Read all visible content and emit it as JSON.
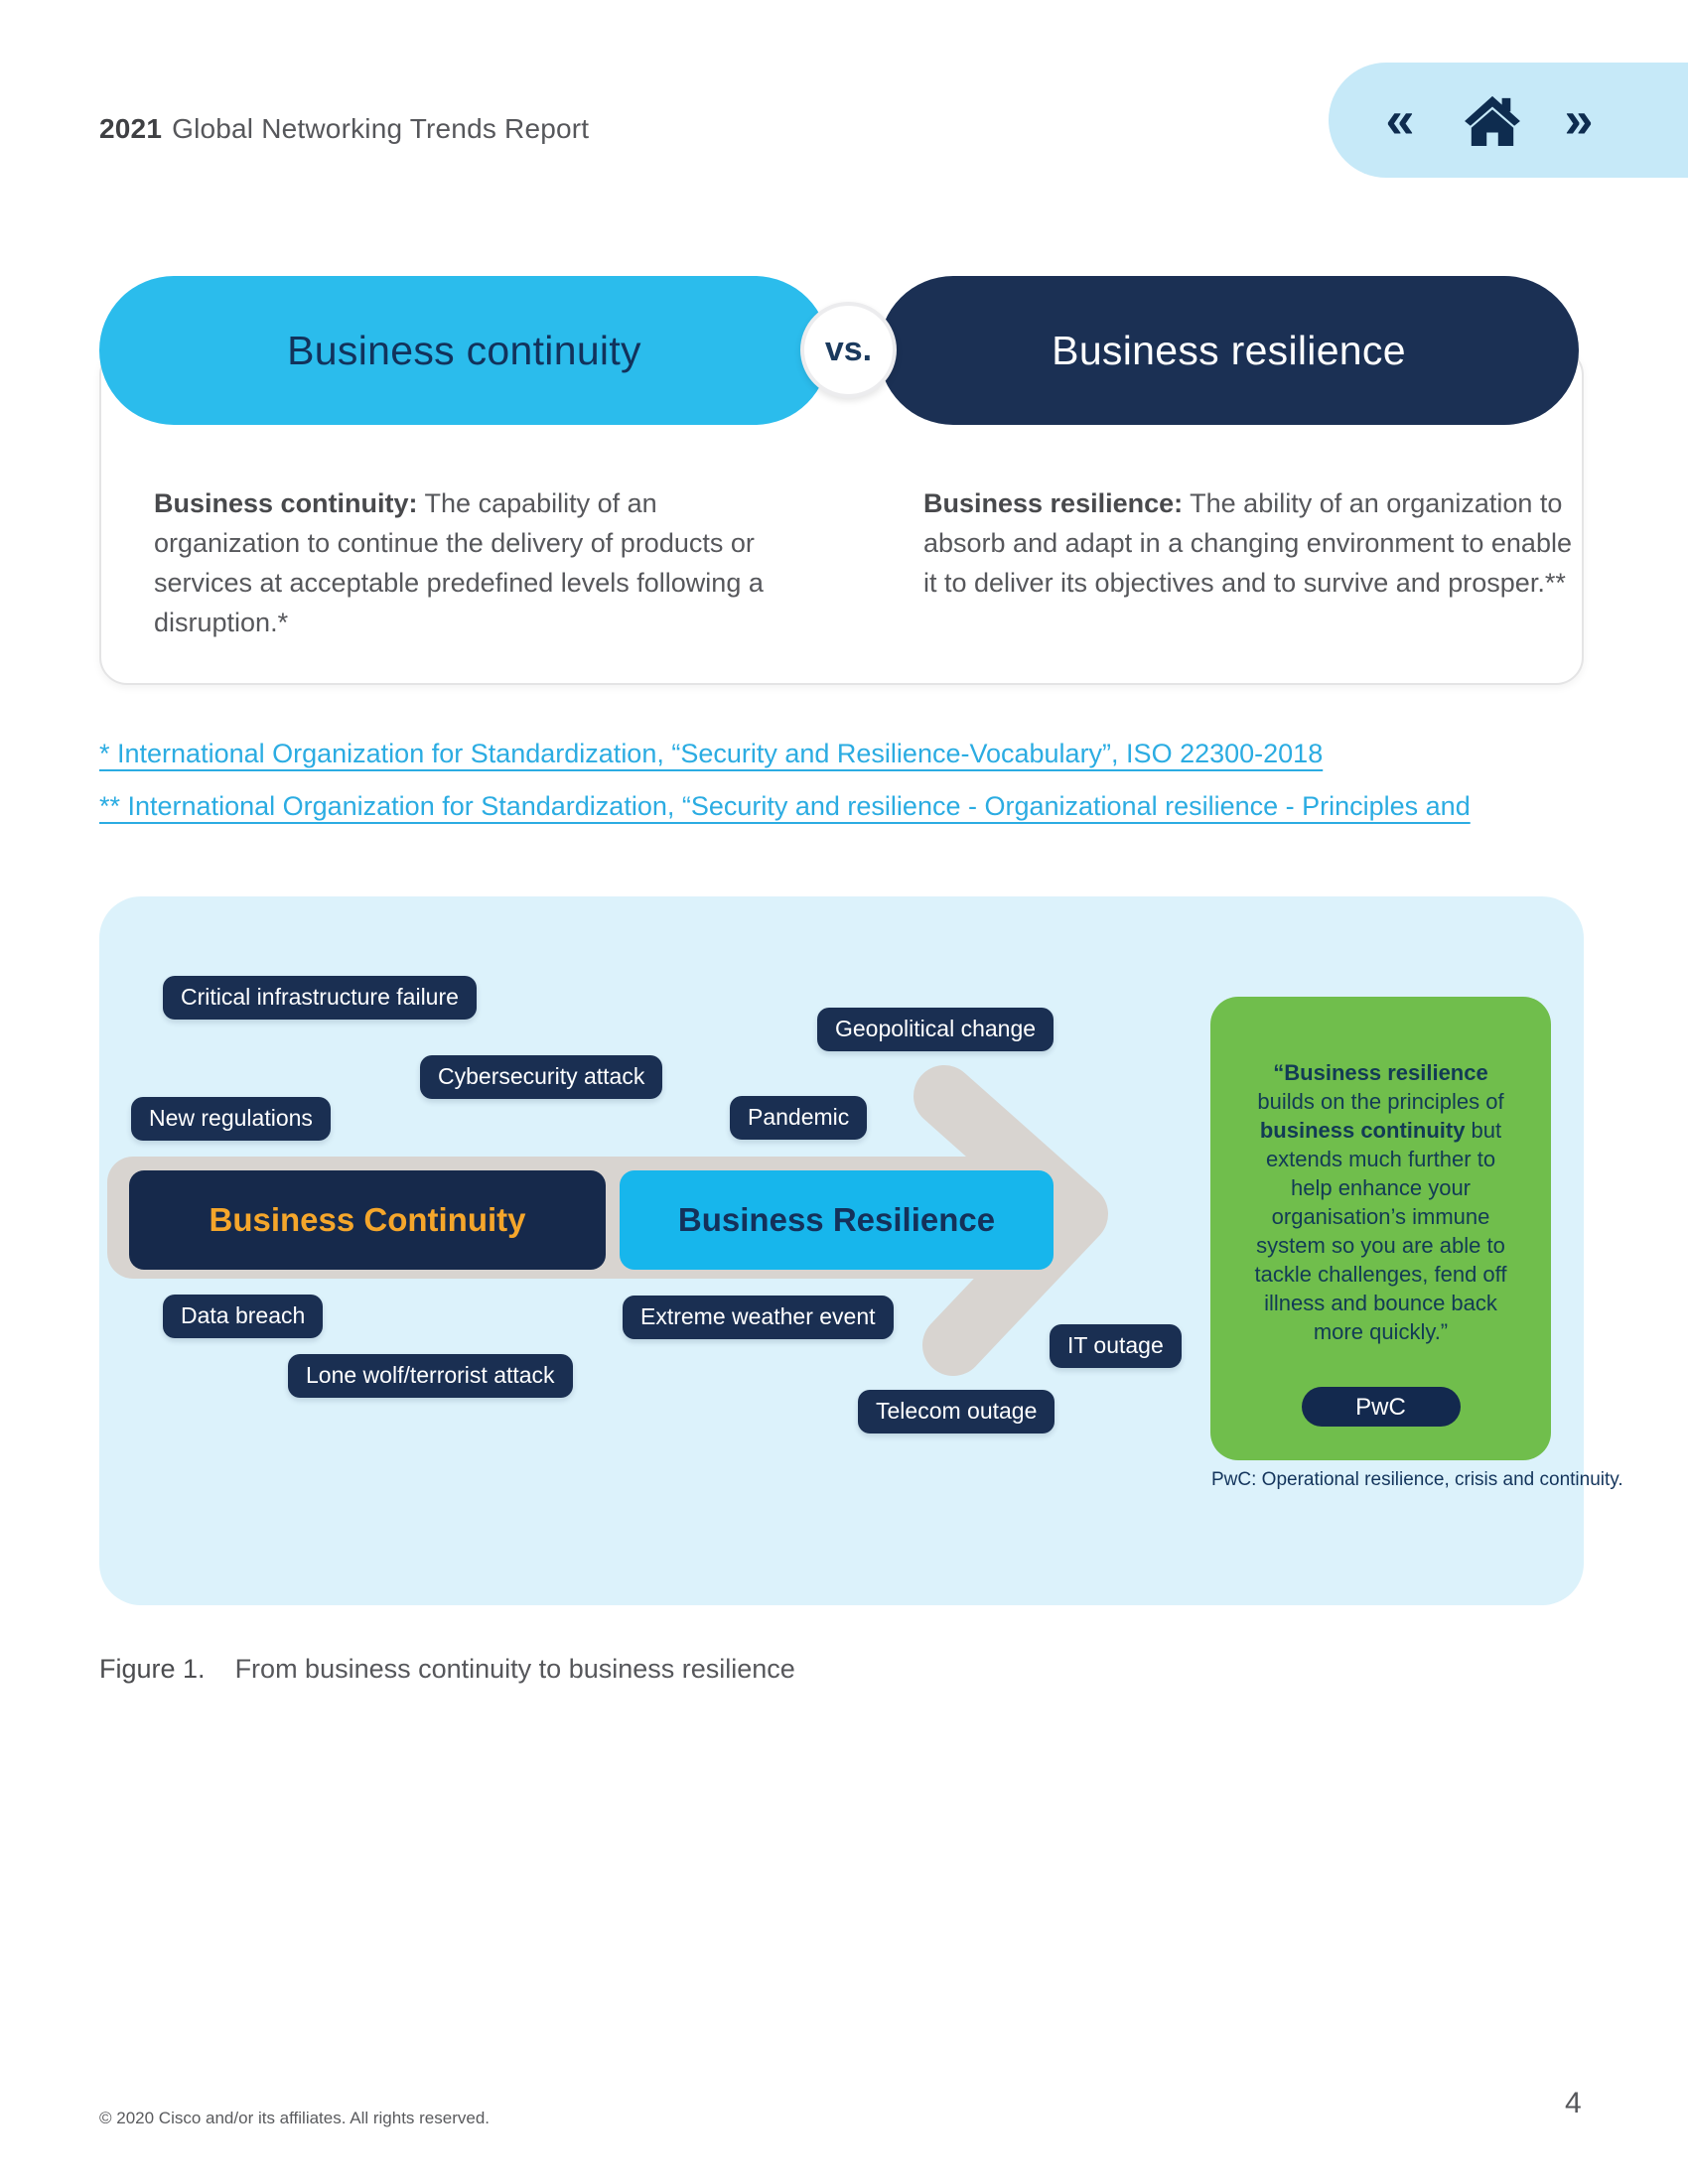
{
  "header": {
    "title_year": "2021",
    "title_rest": "Global Networking Trends Report",
    "nav": {
      "back_glyph": "«",
      "forward_glyph": "»"
    }
  },
  "compare": {
    "left_pill": "Business continuity",
    "vs_label": "vs.",
    "right_pill": "Business resilience",
    "left_def_lead": "Business continuity:",
    "left_def_body": " The capability of an organization to continue the delivery of products or services at acceptable predefined levels following a disruption.*",
    "right_def_lead": "Business resilience:",
    "right_def_body": " The ability of an organization to absorb and adapt in a changing environment to enable it to deliver its objectives and to survive and prosper.**"
  },
  "footnotes": {
    "first": "* International Organization for Standardization, “Security and Resilience-Vocabulary”, ISO 22300-2018",
    "second": "** International Organization for Standardization, “Security and resilience - Organizational resilience - Principles and"
  },
  "figure": {
    "risk_labels": [
      "Critical infrastructure failure",
      "Geopolitical change",
      "Cybersecurity attack",
      "Pandemic",
      "New regulations",
      "Data breach",
      "Extreme weather event",
      "IT outage",
      "Lone wolf/terrorist attack",
      "Telecom outage"
    ],
    "continuity_label": "Business Continuity",
    "resilience_label": "Business Resilience",
    "quote": {
      "open_bold": "“Business resilience",
      "mid": " builds on the principles of ",
      "bold2": "business continuity",
      "rest": " but extends much further to help enhance your organisation’s immune system so you are able to tackle challenges, fend off illness and bounce back more quickly.”"
    },
    "pwc_button": "PwC",
    "pwc_note": "PwC: Operational resilience, crisis and continuity."
  },
  "caption": {
    "label": "Figure 1.",
    "text": "From business continuity to business resilience"
  },
  "footer": {
    "copyright": "© 2020 Cisco and/or its affiliates. All rights reserved.",
    "page_number": "4"
  },
  "colors": {
    "bright_blue": "#2BBCEC",
    "navy": "#1A2F52",
    "cyan_box": "#17B6EC",
    "figure_bg": "#DCF2FB",
    "arrow_gray": "#D8D4D0",
    "green": "#70BE4C",
    "orange": "#F5A62B",
    "link_blue": "#2BACE2",
    "nav_bg": "#C6E9F8",
    "gray_text": "#56575B"
  }
}
